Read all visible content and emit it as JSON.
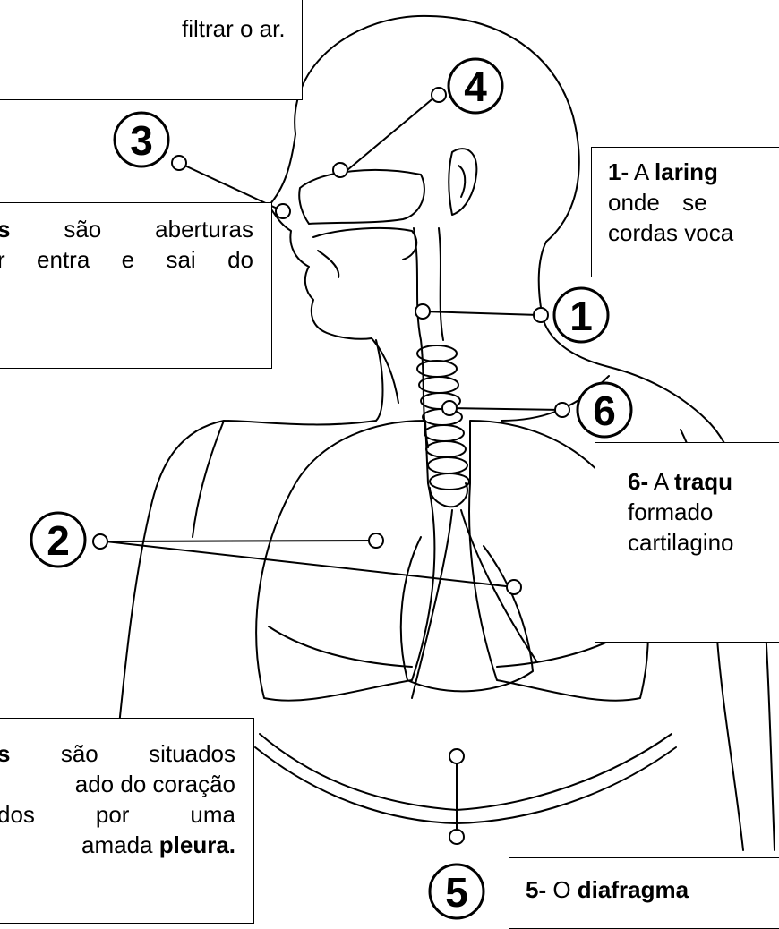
{
  "diagram": {
    "badges": [
      "1",
      "2",
      "3",
      "4",
      "5",
      "6"
    ]
  },
  "boxes": {
    "top_left": {
      "line_tail": "filtrar o ar."
    },
    "box_3": {
      "term_tail": "s",
      "line1_rest": " são aberturas",
      "line2": "r entra e sai do"
    },
    "box_1": {
      "num": "1-",
      "pre": " A ",
      "term": "laring",
      "line2": "onde se",
      "line3": "cordas voca"
    },
    "box_6": {
      "num": "6-",
      "pre": " A ",
      "term": "traqu",
      "line2": "formado",
      "line3": "cartilagino"
    },
    "box_2": {
      "term_tail": "s",
      "line1_rest": " são situados",
      "line2": "ado do coração",
      "line3": "dos por uma",
      "line4_pre": "amada ",
      "line4_term": "pleura."
    },
    "box_5": {
      "num": "5-",
      "pre": " O ",
      "term": "diafragma"
    }
  },
  "colors": {
    "ink": "#000000",
    "paper": "#ffffff"
  }
}
